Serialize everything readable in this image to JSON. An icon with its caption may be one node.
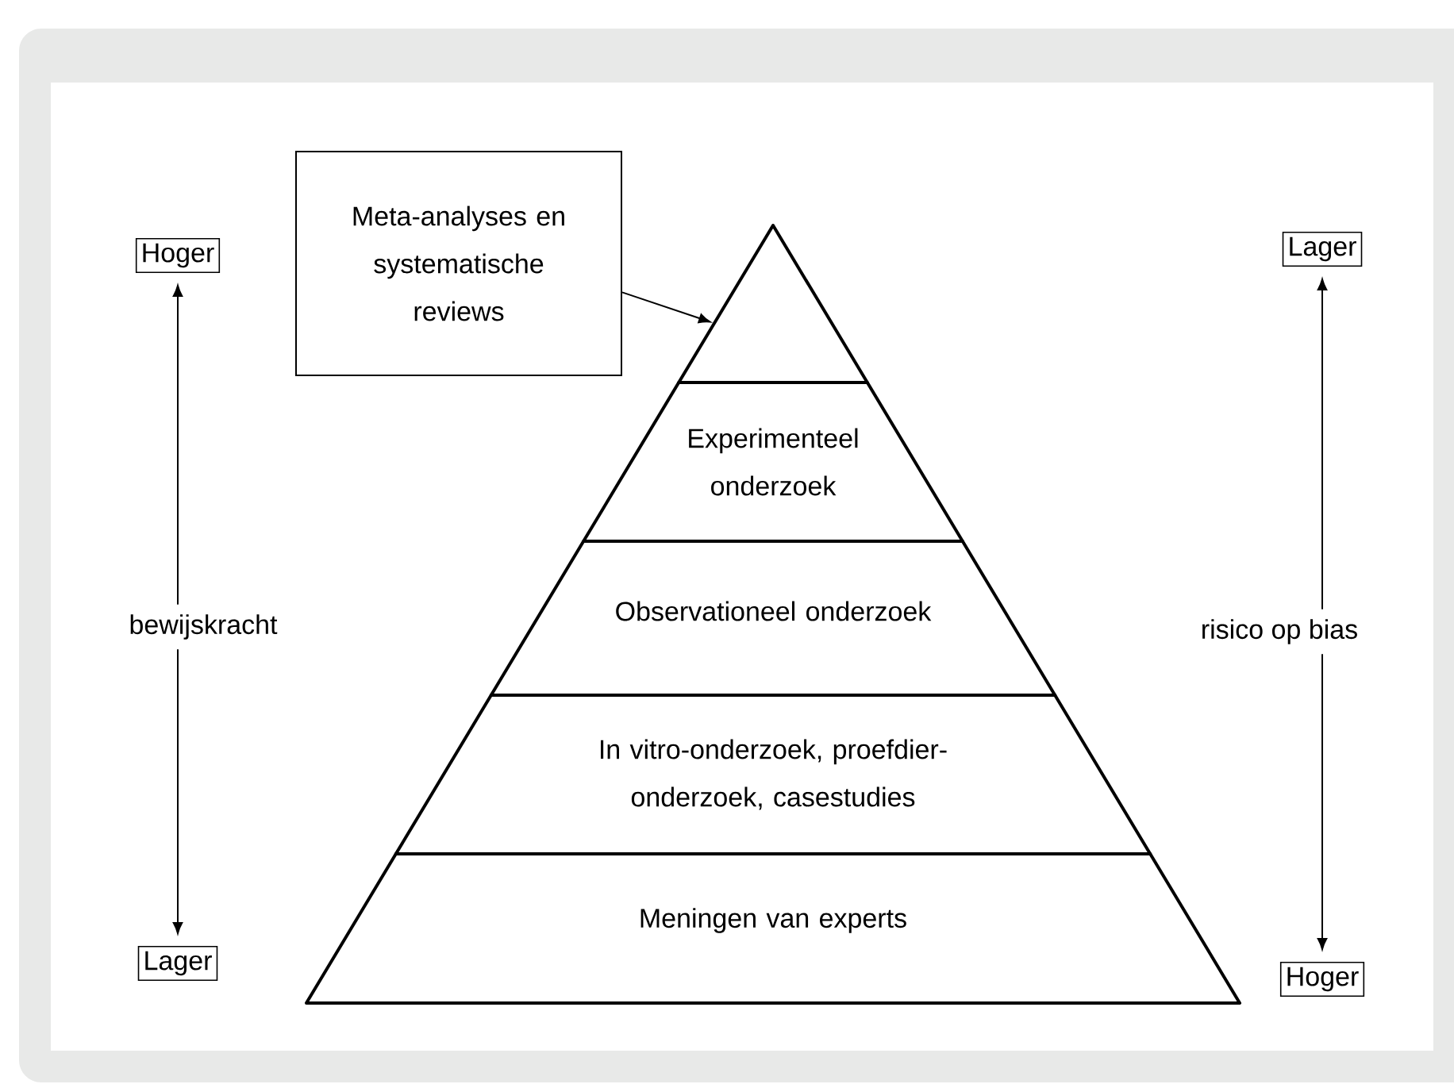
{
  "diagram": {
    "nodes": [
      {
        "text": [
          "Meta-analyses en systematische reviews"
        ]
      },
      {
        "text": [],
        "shape": "triangle"
      },
      {
        "text": [
          "Experimenteel onderzoek"
        ]
      },
      {
        "text": [
          "Observationeel onderzoek"
        ]
      },
      {
        "text": [
          "In vitro-onderzoek, proefdier-onderzoek, casestudies"
        ]
      },
      {
        "text": [
          "Meningen van experts"
        ]
      },
      {
        "text": [
          "Hoger"
        ]
      },
      {
        "text": [
          "Lager"
        ]
      },
      {
        "text": [
          "bewijskracht"
        ]
      },
      {
        "text": [
          "Lager"
        ]
      },
      {
        "text": [
          "Hoger"
        ]
      },
      {
        "text": [
          "risico op bias"
        ]
      }
    ],
    "edges": [
      {
        "from": 0,
        "to": 1,
        "arrow": "to"
      },
      {
        "from": 8,
        "to": 6,
        "arrow": "to"
      },
      {
        "from": 8,
        "to": 7,
        "arrow": "to"
      },
      {
        "from": 11,
        "to": 9,
        "arrow": "to"
      },
      {
        "from": 11,
        "to": 10,
        "arrow": "to"
      }
    ]
  }
}
